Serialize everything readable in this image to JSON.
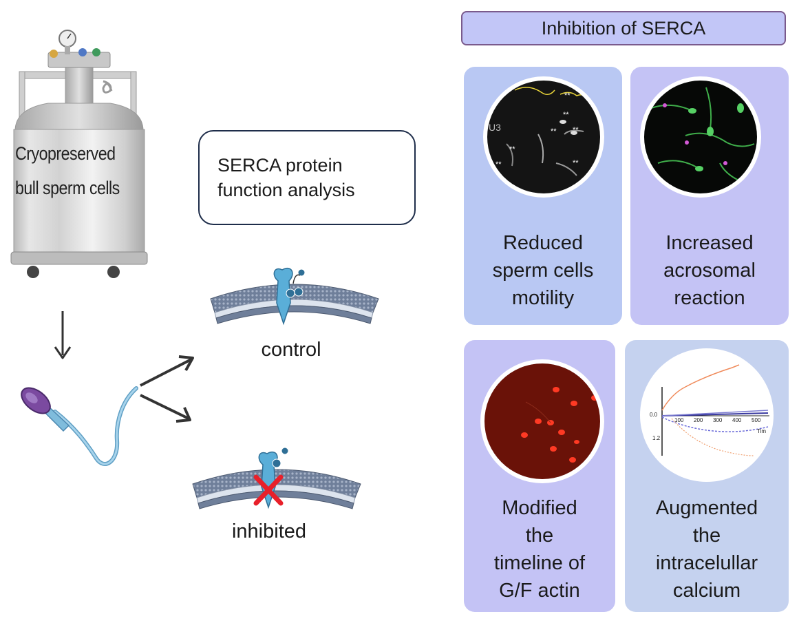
{
  "left": {
    "dewar_label_line1": "Cryopreserved",
    "dewar_label_line2": "bull sperm cells",
    "analysis_line1": "SERCA protein",
    "analysis_line2": "function analysis",
    "control_label": "control",
    "inhibited_label": "inhibited"
  },
  "right": {
    "header": "Inhibition of SERCA",
    "panels": [
      {
        "lines": [
          "Reduced",
          "sperm cells",
          "motility"
        ],
        "color": "#b9c8f3"
      },
      {
        "lines": [
          "Increased",
          "acrosomal",
          "reaction"
        ],
        "color": "#c4c3f5"
      },
      {
        "lines": [
          "Modified",
          "the",
          "timeline of",
          "G/F actin"
        ],
        "color": "#c4c3f5"
      },
      {
        "lines": [
          "Augmented",
          "the",
          "intracelullar",
          "calcium"
        ],
        "color": "#c5d2ef"
      }
    ],
    "motility_marks": [
      "**",
      "**",
      "**",
      "**",
      "**",
      "**",
      "**"
    ],
    "motility_id": "U3",
    "calcium_chart": {
      "x_ticks": [
        "100",
        "200",
        "300",
        "400",
        "500"
      ],
      "y_ticks": [
        "0.0",
        "1.2"
      ],
      "x_label_fragment": "Tim"
    }
  },
  "colors": {
    "arrow": "#333333",
    "red_x": "#e8202a",
    "protein": "#5aaed8",
    "sperm_head": "#7b4aa0",
    "sperm_tail": "#7fbcdc"
  }
}
